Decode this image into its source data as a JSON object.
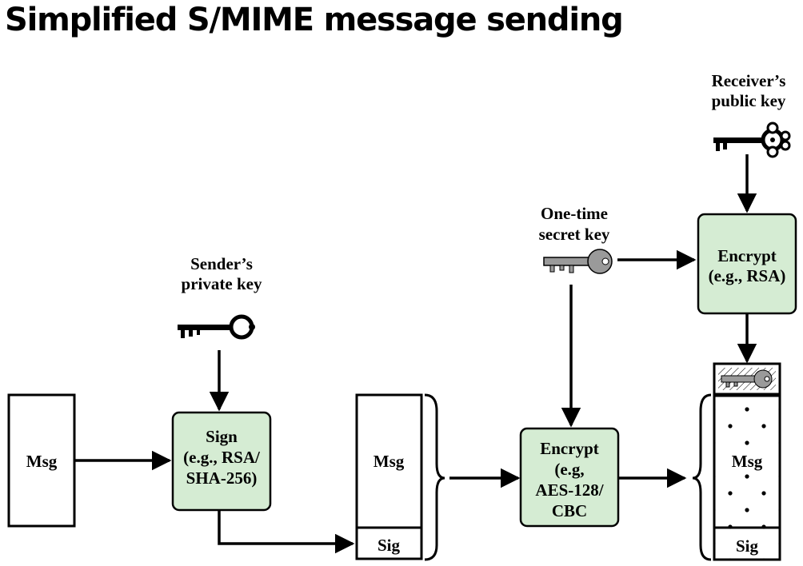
{
  "title": "Simplified S/MIME message sending",
  "labels": {
    "msg_input": "Msg",
    "sign_line1": "Sign",
    "sign_line2": "(e.g., RSA/",
    "sign_line3": "SHA-256)",
    "signed_msg": "Msg",
    "signed_sig": "Sig",
    "encrypt_sym_line1": "Encrypt",
    "encrypt_sym_line2": "(e.g,",
    "encrypt_sym_line3": "AES-128/",
    "encrypt_sym_line4": "CBC",
    "encrypt_asym_line1": "Encrypt",
    "encrypt_asym_line2": "(e.g., RSA)",
    "output_msg": "Msg",
    "output_sig": "Sig"
  },
  "keys": {
    "sender_line1": "Sender’s",
    "sender_line2": "private key",
    "onetime_line1": "One-time",
    "onetime_line2": "secret key",
    "receiver_line1": "Receiver’s",
    "receiver_line2": "public key"
  },
  "icons": {
    "sender_key": "ornate-black-key-icon",
    "onetime_key": "gray-key-icon",
    "receiver_key": "ornate-black-key-icon",
    "wrapped_key": "hatched-gray-key-icon"
  },
  "colors": {
    "process_fill": "#d5ecd3",
    "stroke": "#000000",
    "gray_key": "#9a9a9a"
  }
}
